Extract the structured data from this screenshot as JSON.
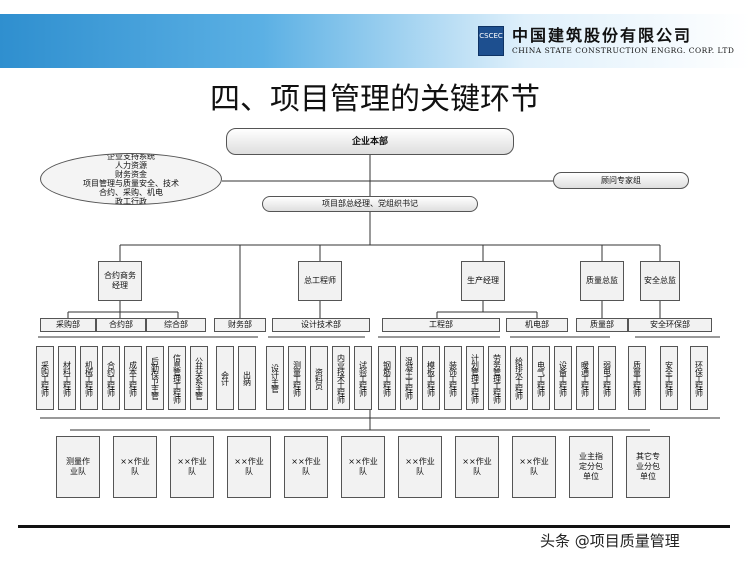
{
  "header": {
    "logo_text": "CSCEC",
    "company_cn": "中国建筑股份有限公司",
    "company_en": "CHINA STATE CONSTRUCTION ENGRG. CORP. LTD"
  },
  "title": "四、项目管理的关键环节",
  "org": {
    "hq": "企业本部",
    "support": "企业支持系统\n人力资源\n财务资金\n项目管理与质量安全、技术\n合约、采购、机电\n政工行政",
    "advisors": "顾问专家组",
    "pm": "项目部总经理、党组织书记",
    "managers": [
      "合约商务经理",
      "总工程师",
      "生产经理",
      "质量总监",
      "安全总监"
    ],
    "departments": [
      "采购部",
      "合约部",
      "综合部",
      "财务部",
      "设计技术部",
      "工程部",
      "机电部",
      "质量部",
      "安全环保部"
    ],
    "engineers": [
      "采购工程师",
      "材料工程师",
      "机械工程师",
      "合约工程师",
      "成本工程师",
      "后勤保卫主管",
      "信息管理工程师",
      "公共关系主管",
      "会计",
      "出纳",
      "设计主管",
      "测量工程师",
      "资料员",
      "内业技术工程师",
      "试验工程师",
      "钢筋工程师",
      "混凝土工程师",
      "模板工程师",
      "装饰工程师",
      "计划管理工程师",
      "劳务管理工程师",
      "给排水工程师",
      "电气工程师",
      "设备工程师",
      "暖通工程师",
      "弱电工程师",
      "质量工程师",
      "安全工程师",
      "环保工程师"
    ],
    "teams": [
      "测量作业队",
      "××作业队",
      "××作业队",
      "××作业队",
      "××作业队",
      "××作业队",
      "××作业队",
      "××作业队",
      "××作业队",
      "业主指定分包单位",
      "其它专业分包单位"
    ]
  },
  "watermark": "头条 @项目质量管理"
}
